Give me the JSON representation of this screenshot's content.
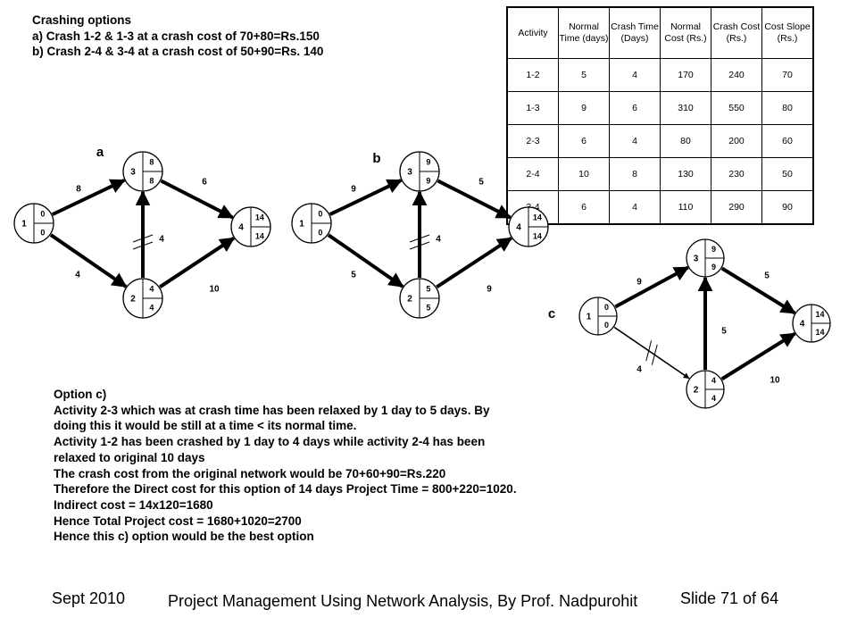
{
  "header": {
    "title": "Crashing options",
    "option_a": "a) Crash 1-2 & 1-3 at a crash cost of 70+80=Rs.150",
    "option_b": "b) Crash 2-4 & 3-4 at a crash cost of 50+90=Rs. 140"
  },
  "table": {
    "headers": [
      "Activity",
      "Normal Time (days)",
      "Crash Time (Days)",
      "Normal Cost (Rs.)",
      "Crash Cost (Rs.)",
      "Cost Slope (Rs.)"
    ],
    "rows": [
      [
        "1-2",
        "5",
        "4",
        "170",
        "240",
        "70"
      ],
      [
        "1-3",
        "9",
        "6",
        "310",
        "550",
        "80"
      ],
      [
        "2-3",
        "6",
        "4",
        "80",
        "200",
        "60"
      ],
      [
        "2-4",
        "10",
        "8",
        "130",
        "230",
        "50"
      ],
      [
        "3-4",
        "6",
        "4",
        "110",
        "290",
        "90"
      ]
    ]
  },
  "networks": [
    {
      "label": "a",
      "nodes": [
        {
          "id": "1",
          "top": "0",
          "bottom": "0"
        },
        {
          "id": "3",
          "top": "8",
          "bottom": "8"
        },
        {
          "id": "2",
          "top": "4",
          "bottom": "4"
        },
        {
          "id": "4",
          "top": "14",
          "bottom": "14"
        }
      ],
      "edges": {
        "1-3": "8",
        "1-2": "4",
        "2-3": "4",
        "3-4": "6",
        "2-4": "10"
      }
    },
    {
      "label": "b",
      "nodes": [
        {
          "id": "1",
          "top": "0",
          "bottom": "0"
        },
        {
          "id": "3",
          "top": "9",
          "bottom": "9"
        },
        {
          "id": "2",
          "top": "5",
          "bottom": "5"
        },
        {
          "id": "4",
          "top": "14",
          "bottom": "14"
        }
      ],
      "edges": {
        "1-3": "9",
        "1-2": "5",
        "2-3": "4",
        "3-4": "5",
        "2-4": "9"
      }
    },
    {
      "label": "c",
      "nodes": [
        {
          "id": "1",
          "top": "0",
          "bottom": "0"
        },
        {
          "id": "3",
          "top": "9",
          "bottom": "9"
        },
        {
          "id": "2",
          "top": "4",
          "bottom": "4"
        },
        {
          "id": "4",
          "top": "14",
          "bottom": "14"
        }
      ],
      "edges": {
        "1-3": "9",
        "1-2": "4",
        "2-3": "5",
        "3-4": "5",
        "2-4": "10"
      }
    }
  ],
  "option_c": {
    "lines": [
      "Option c)",
      "Activity 2-3  which was at crash time has been relaxed by 1 day to 5 days. By",
      "doing this it would be still at a time < its normal time.",
      "Activity 1-2 has been crashed by 1 day to 4 days while activity 2-4 has been",
      "relaxed to original 10 days",
      "The crash cost from the original network would be 70+60+90=Rs.220",
      "Therefore the Direct cost for this option of 14 days Project Time = 800+220=1020.",
      "Indirect cost = 14x120=1680",
      "Hence Total Project cost = 1680+1020=2700",
      "Hence this c) option would be the best option"
    ]
  },
  "footer": {
    "date": "Sept 2010",
    "title": "Project Management Using Network Analysis, By Prof. Nadpurohit",
    "slide": "Slide 71 of 64"
  }
}
